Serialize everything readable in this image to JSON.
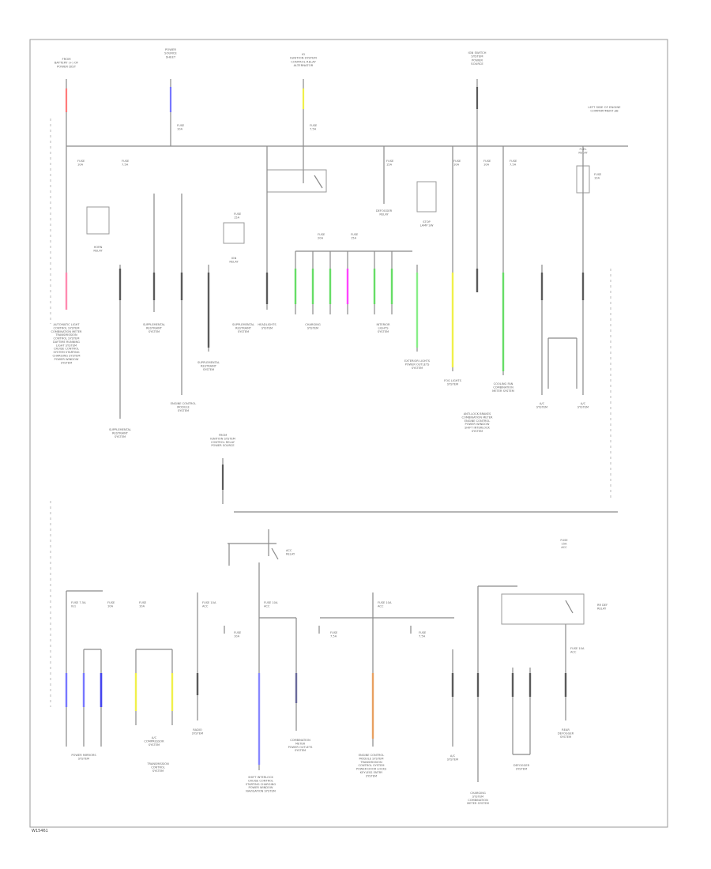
{
  "colors": {
    "border": "#9a9a9a",
    "wire": "#8a8a8a",
    "red": "#ff7a7a",
    "pink": "#ff8ab0",
    "blue": "#7777ff",
    "yellow": "#f0f04a",
    "green": "#66dd66",
    "magenta": "#ff44ff",
    "orange": "#e8a060",
    "dark": "#5a5a5a"
  },
  "header_labels": [
    "FROM\nBATTERY (+) OF\nPOWER DIST",
    "POWER\nSOURCE\nSHEET",
    "IG\nIGNITION SYSTEM\nCONTROL RELAY\nALTERNATOR",
    "IGN SWITCH\nSYSTEM\nPOWER\nSOURCE"
  ],
  "top_right_note": "LEFT SIDE OF ENGINE\nCOMPARTMENT J/B",
  "fuse_labels": [
    "FUSE\n10A",
    "FUSE\n7.5A",
    "FUSE\n10A",
    "FUSE\n7.5A",
    "FUSE\n15A",
    "FUSE\n10A",
    "FUSE\n10A",
    "FUSE\n7.5A",
    "FUSE\n10A",
    "FUSE\n20A",
    "FUSE\n15A",
    "FUSE\n15A"
  ],
  "component_labels": [
    "HORN\nRELAY",
    "STOP\nLAMP SW",
    "IGN\nRELAY",
    "DEFOGGER\nRELAY",
    "FUEL\nRELAY"
  ],
  "system_labels_top": [
    "AUTOMATIC LIGHT\nCONTROL SYSTEM\nCOMBINATION METER\nTRANSMISSION\nCONTROL SYSTEM\nDAYTIME RUNNING\nLIGHT SYSTEM\nCRUISE CONTROL\nSYSTEM STARTING\nCHARGING SYSTEM\nPOWER WINDOW\nSYSTEM",
    "SUPPLEMENTAL\nRESTRAINT\nSYSTEM",
    "SUPPLEMENTAL\nRESTRAINT\nSYSTEM",
    "ENGINE CONTROL\nMODULE\nSYSTEM",
    "SUPPLEMENTAL\nRESTRAINT\nSYSTEM",
    "SUPPLEMENTAL\nRESTRAINT\nSYSTEM",
    "HEADLIGHTS\nSYSTEM",
    "CHARGING\nSYSTEM",
    "INTERIOR\nLIGHTS\nSYSTEM",
    "EXTERIOR LIGHTS\nPOWER OUTLETS\nSYSTEM",
    "FOG LIGHTS\nSYSTEM",
    "ANTI-LOCK BRAKES\nCOMBINATION METER\nENGINE CONTROL\nPOWER WINDOW\nSHIFT INTERLOCK\nSYSTEM",
    "COOLING FAN\nCOMBINATION\nMETER SYSTEM",
    "A/C\nSYSTEM",
    "A/C\nSYSTEM"
  ],
  "mid_label": "FROM\nIGNITION SYSTEM\nCONTROL RELAY\nPOWER SOURCE",
  "acc_relay_label": "ACC\nRELAY",
  "right_fuse_label": "FUSE\n15A\nACC",
  "lower_fuse_labels": [
    "FUSE 7.5A\nIG1",
    "FUSE\n10A",
    "FUSE\n10A",
    "FUSE 10A\nACC",
    "FUSE 10A\nACC",
    "FUSE\n10A",
    "FUSE\n7.5A",
    "FUSE 10A\nACC",
    "FUSE\n7.5A",
    "FUSE 10A\nACC"
  ],
  "lower_relay_label": "RR DEF\nRELAY",
  "system_labels_bottom": [
    "POWER MIRRORS\nSYSTEM",
    "A/C\nCOMPRESSOR\nSYSTEM",
    "TRANSMISSION\nCONTROL\nSYSTEM",
    "RADIO\nSYSTEM",
    "SHIFT INTERLOCK\nCRUISE CONTROL\nSTARTING CHARGING\nPOWER WINDOW\nNAVIGATION SYSTEM",
    "COMBINATION\nMETER\nPOWER OUTLETS\nSYSTEM",
    "ENGINE CONTROL\nMODULE SYSTEM\nTRANSMISSION\nCONTROL SYSTEM\nPOWER DOOR LOCKS\nKEYLESS ENTRY\nSYSTEM",
    "A/C\nSYSTEM",
    "DEFOGGER\nSYSTEM",
    "CHARGING\nSYSTEM\nCOMBINATION\nMETER SYSTEM",
    "REAR\nDEFOGGER\nSYSTEM"
  ],
  "footer_code": "W15461"
}
